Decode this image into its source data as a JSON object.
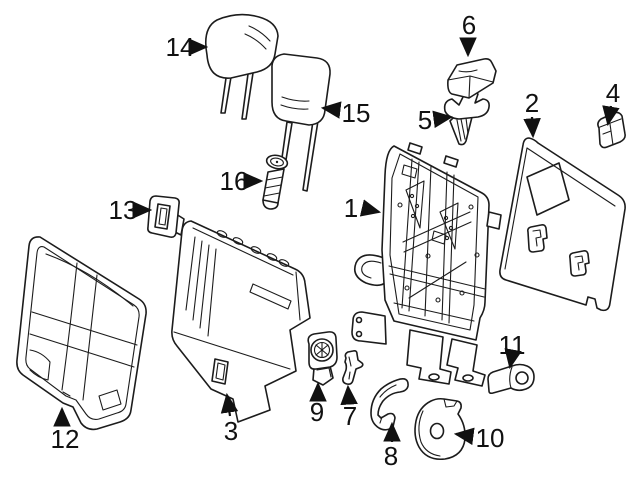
{
  "figure": {
    "kind": "exploded-parts-diagram",
    "subject": "rear-seat-back-components",
    "background_color": "#ffffff",
    "line_color": "#1c1c1c",
    "label_color": "#111111",
    "callouts": [
      {
        "number": "1",
        "part": "seat-back-frame"
      },
      {
        "number": "2",
        "part": "seat-back-panel"
      },
      {
        "number": "3",
        "part": "seat-back-pad"
      },
      {
        "number": "4",
        "part": "clip"
      },
      {
        "number": "5",
        "part": "retainer-clip"
      },
      {
        "number": "6",
        "part": "cap"
      },
      {
        "number": "7",
        "part": "hook"
      },
      {
        "number": "8",
        "part": "strap-bracket"
      },
      {
        "number": "9",
        "part": "adjuster-knob"
      },
      {
        "number": "10",
        "part": "hinge-cover"
      },
      {
        "number": "11",
        "part": "release-lever"
      },
      {
        "number": "12",
        "part": "seat-back-cushion"
      },
      {
        "number": "13",
        "part": "latch-bezel"
      },
      {
        "number": "14",
        "part": "headrest"
      },
      {
        "number": "15",
        "part": "headrest"
      },
      {
        "number": "16",
        "part": "headrest-guide-sleeve"
      }
    ]
  }
}
